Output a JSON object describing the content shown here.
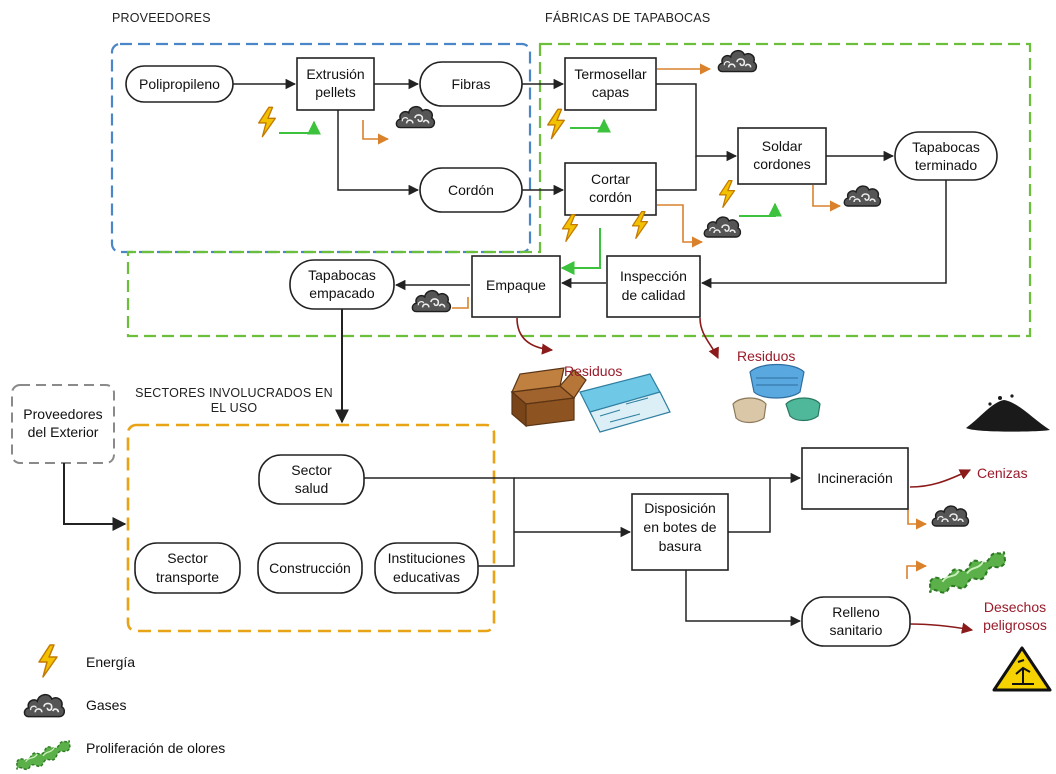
{
  "sections": {
    "proveedores": "PROVEEDORES",
    "fabricas": "FÁBRICAS DE TAPABOCAS",
    "sectores_line1": "SECTORES INVOLUCRADOS EN",
    "sectores_line2": "EL USO"
  },
  "nodes": {
    "polipropileno": "Polipropileno",
    "extrusion": [
      "Extrusión",
      "pellets"
    ],
    "fibras": "Fibras",
    "cordon": "Cordón",
    "termosellar": [
      "Termosellar",
      "capas"
    ],
    "cortar": [
      "Cortar",
      "cordón"
    ],
    "soldar": [
      "Soldar",
      "cordones"
    ],
    "tapabocas_terminado": [
      "Tapabocas",
      "terminado"
    ],
    "inspeccion": [
      "Inspección",
      "de calidad"
    ],
    "empaque": "Empaque",
    "tapabocas_empacado": [
      "Tapabocas",
      "empacado"
    ],
    "proveedores_exterior": [
      "Proveedores",
      "del Exterior"
    ],
    "sector_salud": [
      "Sector",
      "salud"
    ],
    "sector_transporte": [
      "Sector",
      "transporte"
    ],
    "construccion": "Construcción",
    "instituciones": [
      "Instituciones",
      "educativas"
    ],
    "disposicion": [
      "Disposición",
      "en botes de",
      "basura"
    ],
    "incineracion": "Incineración",
    "relleno": [
      "Relleno",
      "sanitario"
    ]
  },
  "outputs": {
    "residuos_1": "Residuos",
    "residuos_2": "Residuos",
    "cenizas": "Cenizas",
    "desechos": [
      "Desechos",
      "peligrosos"
    ]
  },
  "legend": {
    "energia": "Energía",
    "gases": "Gases",
    "olores": "Proliferación de olores"
  },
  "colors": {
    "proveedores_border": "#4a86c8",
    "fabricas_border": "#6cbf3a",
    "sectores_border": "#e8a317",
    "exterior_border": "#8a8a8a",
    "energy_arrow": "#3cc23c",
    "gas_arrow": "#d9822b",
    "waste_arrow": "#8b1a1a",
    "lightning": "#f2c200",
    "red_text": "#9a1a2a"
  },
  "icons": [
    "lightning-icon",
    "cloud-icon",
    "odor-icon",
    "box-icon",
    "mask-icon",
    "ash-icon",
    "hazard-icon"
  ]
}
